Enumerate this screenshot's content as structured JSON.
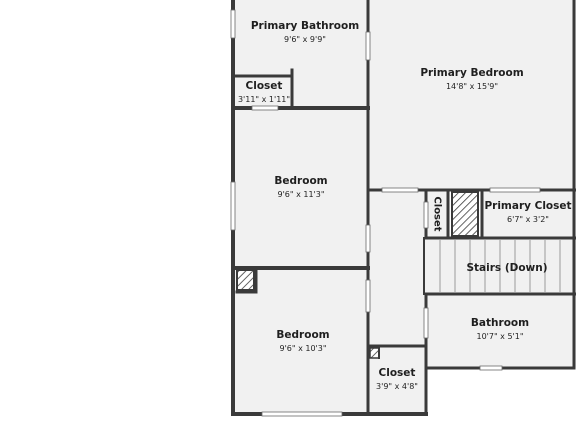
{
  "rooms": {
    "primary_bathroom": {
      "name": "Primary Bathroom",
      "dims": "9'6\" x 9'9\""
    },
    "closet_1": {
      "name": "Closet",
      "dims": "3'11\" x 1'11\""
    },
    "primary_bedroom": {
      "name": "Primary Bedroom",
      "dims": "14'8\" x 15'9\""
    },
    "bedroom_1": {
      "name": "Bedroom",
      "dims": "9'6\" x 11'3\""
    },
    "closet_vertical": {
      "name": "Closet"
    },
    "primary_closet": {
      "name": "Primary Closet",
      "dims": "6'7\" x 3'2\""
    },
    "stairs": {
      "name": "Stairs (Down)"
    },
    "bedroom_2": {
      "name": "Bedroom",
      "dims": "9'6\" x 10'3\""
    },
    "bathroom": {
      "name": "Bathroom",
      "dims": "10'7\" x 5'1\""
    },
    "closet_2": {
      "name": "Closet",
      "dims": "3'9\" x 4'8\""
    }
  },
  "colors": {
    "wall": "#3a3a3a",
    "floor": "#f1f1f1",
    "window": "#ffffff",
    "background": "#ffffff"
  }
}
